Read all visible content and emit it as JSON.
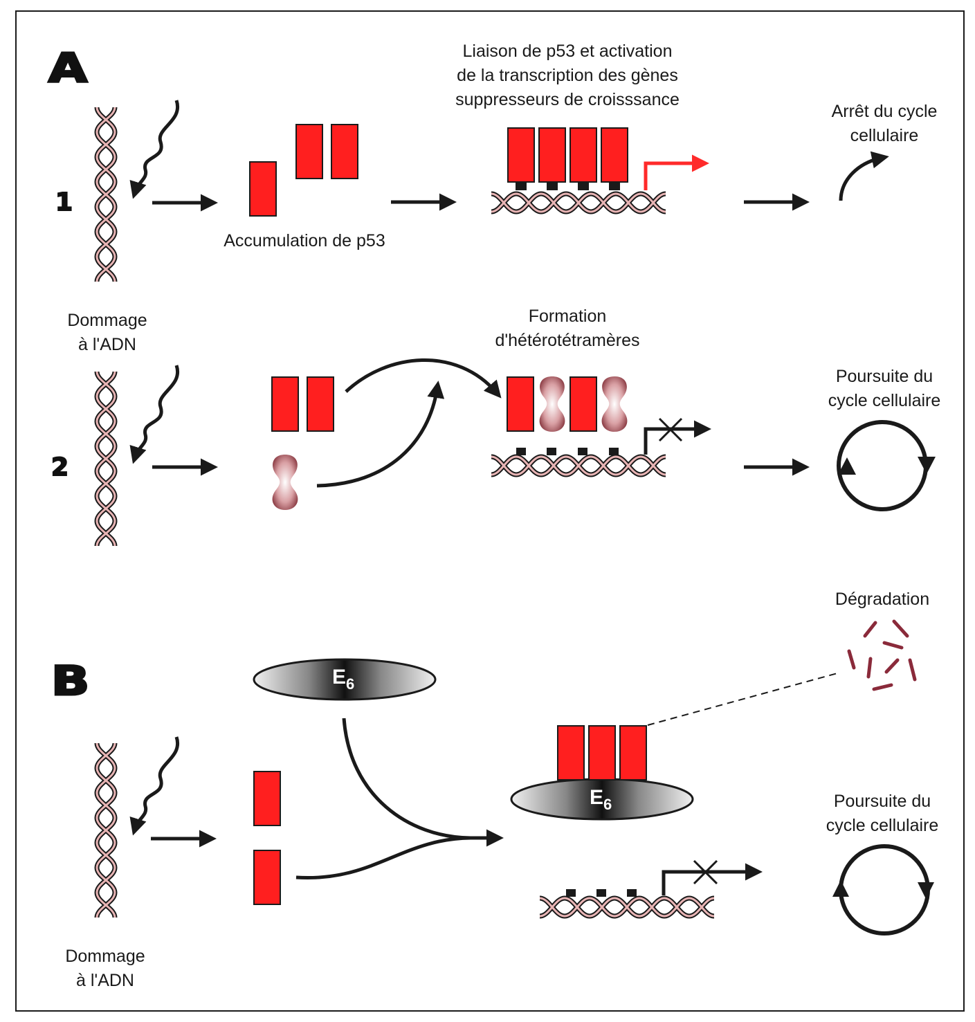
{
  "panels": {
    "A": {
      "letter": "A",
      "row1": {
        "number": "1",
        "damage_label_line1": "Dommage",
        "damage_label_line2": "à l'ADN",
        "accumulation_label": "Accumulation de p53",
        "binding_label_line1": "Liaison de p53 et activation",
        "binding_label_line2": "de la transcription des gènes",
        "binding_label_line3": "suppresseurs de croisssance",
        "outcome_label_line1": "Arrêt du cycle",
        "outcome_label_line2": "cellulaire"
      },
      "row2": {
        "number": "2",
        "formation_label_line1": "Formation",
        "formation_label_line2": "d'hétérotétramères",
        "outcome_label_line1": "Poursuite du",
        "outcome_label_line2": "cycle cellulaire"
      }
    },
    "B": {
      "letter": "B",
      "e6_label": "E",
      "e6_subscript": "6",
      "degradation_label": "Dégradation",
      "damage_label_line1": "Dommage",
      "damage_label_line2": "à l'ADN",
      "outcome_label_line1": "Poursuite du",
      "outcome_label_line2": "cycle cellulaire"
    }
  },
  "colors": {
    "p53_red": "#ff1f1f",
    "dna_pink": "#e8b4b4",
    "dna_dark": "#5a3a3a",
    "mutant_pink": "#b05a60",
    "active_transcription": "#ff2a2a",
    "ink": "#1a1a1a"
  }
}
